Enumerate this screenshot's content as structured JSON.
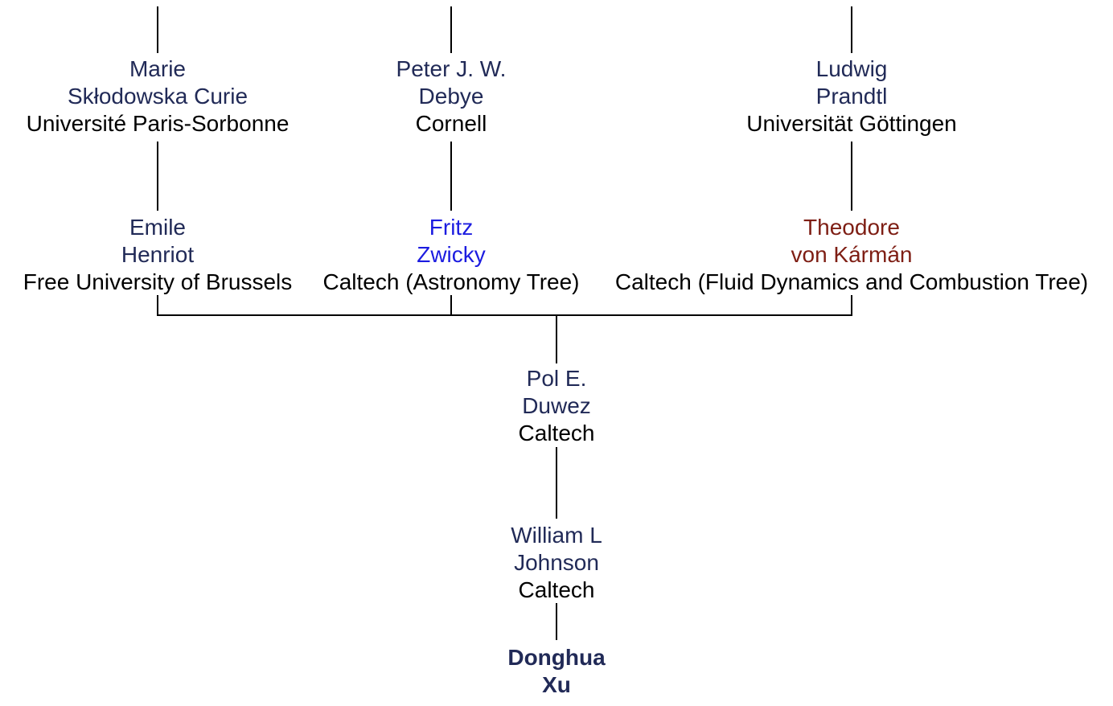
{
  "diagram": {
    "kind": "academic-genealogy-tree",
    "root_person": "Donghua Xu"
  },
  "colors": {
    "name-navy": "#212a57",
    "name-blue": "#1c1ce0",
    "name-red": "#7e1e14",
    "institution-color": "#000000",
    "line-color": "#000000"
  },
  "nodes": {
    "curie": {
      "name_line1": "Marie",
      "name_line2": "Skłodowska Curie",
      "institution": "Université Paris-Sorbonne"
    },
    "debye": {
      "name_line1": "Peter J. W.",
      "name_line2": "Debye",
      "institution": "Cornell"
    },
    "prandtl": {
      "name_line1": "Ludwig",
      "name_line2": "Prandtl",
      "institution": "Universität Göttingen"
    },
    "henriot": {
      "name_line1": "Emile",
      "name_line2": "Henriot",
      "institution": "Free University of Brussels"
    },
    "zwicky": {
      "name_line1": "Fritz",
      "name_line2": "Zwicky",
      "institution": "Caltech (Astronomy Tree)"
    },
    "karman": {
      "name_line1": "Theodore",
      "name_line2": "von Kármán",
      "institution": "Caltech (Fluid Dynamics and Combustion Tree)"
    },
    "duwez": {
      "name_line1": "Pol E.",
      "name_line2": "Duwez",
      "institution": "Caltech"
    },
    "johnson": {
      "name_line1": "William L",
      "name_line2": "Johnson",
      "institution": "Caltech"
    },
    "xu": {
      "name_line1": "Donghua",
      "name_line2": "Xu",
      "institution": ""
    }
  },
  "edges": [
    {
      "advisor": "Marie Skłodowska Curie",
      "student": "Emile Henriot"
    },
    {
      "advisor": "Peter J. W. Debye",
      "student": "Fritz Zwicky"
    },
    {
      "advisor": "Ludwig Prandtl",
      "student": "Theodore von Kármán"
    },
    {
      "advisor": "Emile Henriot",
      "student": "Pol E. Duwez"
    },
    {
      "advisor": "Fritz Zwicky",
      "student": "Pol E. Duwez"
    },
    {
      "advisor": "Theodore von Kármán",
      "student": "Pol E. Duwez"
    },
    {
      "advisor": "Pol E. Duwez",
      "student": "William L Johnson"
    },
    {
      "advisor": "William L Johnson",
      "student": "Donghua Xu"
    }
  ]
}
